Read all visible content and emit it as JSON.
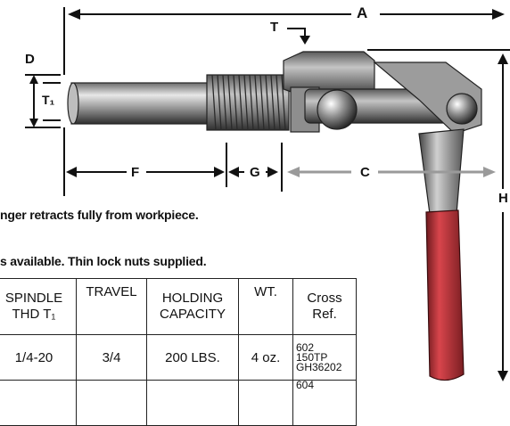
{
  "labels": {
    "a": "A",
    "c": "C",
    "d": "D",
    "f": "F",
    "g": "G",
    "h": "H",
    "t": "T",
    "t1": "T₁"
  },
  "notes": {
    "line1": "nger retracts fully from workpiece.",
    "line2": "s available. Thin lock nuts supplied."
  },
  "table": {
    "headers": {
      "spindle_line1": "SPINDLE",
      "spindle_line2": "THD  T₁",
      "travel": "TRAVEL",
      "holding_line1": "HOLDING",
      "holding_line2": "CAPACITY",
      "wt": "WT.",
      "cross_line1": "Cross",
      "cross_line2": "Ref."
    },
    "rows": [
      {
        "spindle": "1/4-20",
        "travel": "3/4",
        "holding": "200 LBS.",
        "wt": "4 oz.",
        "cross": [
          "602",
          "150TP",
          "GH36202"
        ]
      },
      {
        "spindle": "",
        "travel": "",
        "holding": "",
        "wt": "",
        "cross": [
          "604"
        ]
      }
    ]
  },
  "colors": {
    "ink": "#111111",
    "metal_dark": "#3a3a3a",
    "metal_mid": "#8a8a8a",
    "metal_light": "#d6d6d6",
    "handle_red": "#c8323a",
    "dim_grey": "#9a9a9a"
  }
}
